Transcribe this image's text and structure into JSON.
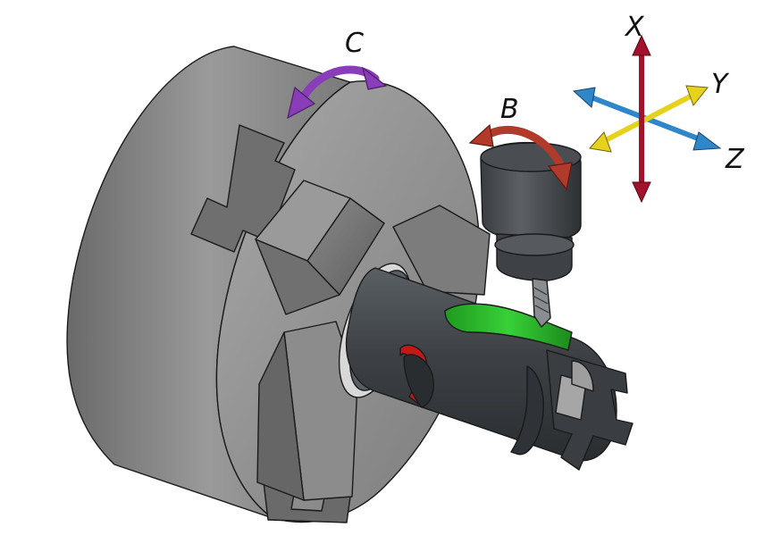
{
  "labels": {
    "rotation_c": "C",
    "rotation_b": "B",
    "axis_x": "X",
    "axis_y": "Y",
    "axis_z": "Z"
  },
  "colors": {
    "axis_x": "#a3122a",
    "axis_y": "#e6d21c",
    "axis_z": "#2f86c8",
    "arrow_c": "#8a3db8",
    "arrow_b": "#b23a2a",
    "chuck_body": "#8e8e8e",
    "workpiece": "#404448",
    "cut_green": "#2fbf2f",
    "cut_red": "#c41818"
  }
}
